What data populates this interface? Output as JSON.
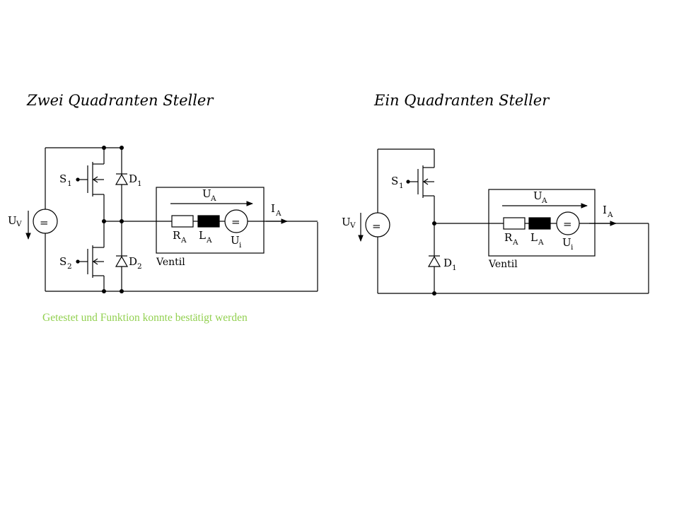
{
  "left": {
    "title": "Zwei Quadranten Steller",
    "supply": {
      "main": "U",
      "sub": "V",
      "symbol": "="
    },
    "switch1": {
      "main": "S",
      "sub": "1"
    },
    "switch2": {
      "main": "S",
      "sub": "2"
    },
    "diode1": {
      "main": "D",
      "sub": "1"
    },
    "diode2": {
      "main": "D",
      "sub": "2"
    },
    "ua": {
      "main": "U",
      "sub": "A"
    },
    "ia": {
      "main": "I",
      "sub": "A"
    },
    "ra": {
      "main": "R",
      "sub": "A"
    },
    "la": {
      "main": "L",
      "sub": "A"
    },
    "ui": {
      "main": "U",
      "sub": "i"
    },
    "source_symbol": "=",
    "box_label": "Ventil"
  },
  "right": {
    "title": "Ein Quadranten Steller",
    "supply": {
      "main": "U",
      "sub": "V",
      "symbol": "="
    },
    "switch1": {
      "main": "S",
      "sub": "1"
    },
    "diode1": {
      "main": "D",
      "sub": "1"
    },
    "ua": {
      "main": "U",
      "sub": "A"
    },
    "ia": {
      "main": "I",
      "sub": "A"
    },
    "ra": {
      "main": "R",
      "sub": "A"
    },
    "la": {
      "main": "L",
      "sub": "A"
    },
    "ui": {
      "main": "U",
      "sub": "i"
    },
    "source_symbol": "=",
    "box_label": "Ventil"
  },
  "note": {
    "text": "Getestet  und Funktion konnte bestätigt werden",
    "color": "#92d050"
  }
}
